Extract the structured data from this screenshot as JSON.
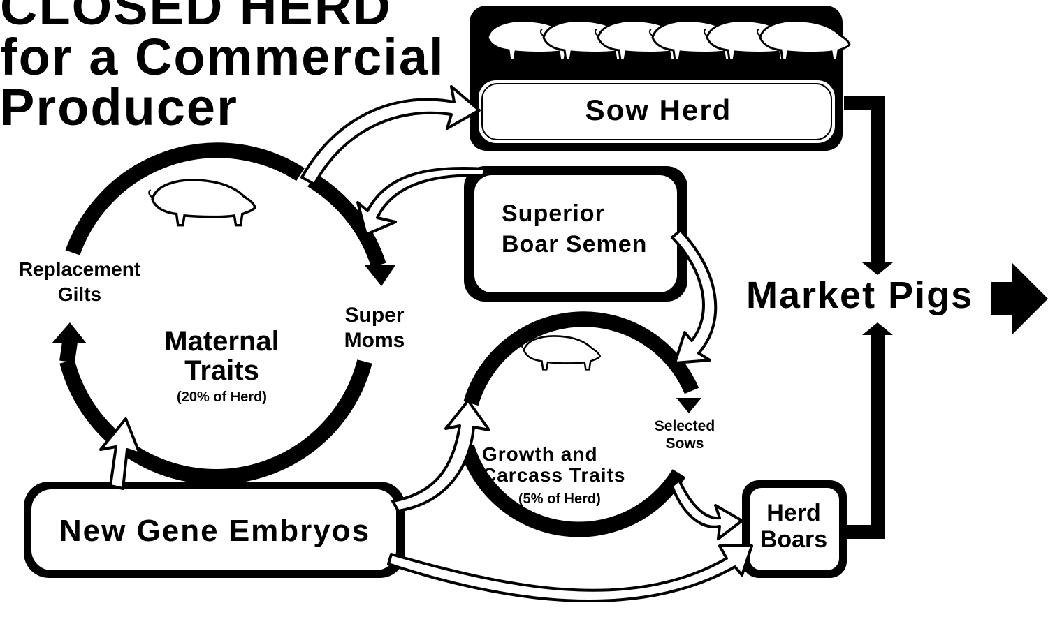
{
  "title": {
    "line1": "CLOSED HERD",
    "line2": "for a Commercial",
    "line3": "Producer"
  },
  "nodes": {
    "sow_herd": "Sow Herd",
    "superior_boar_semen": {
      "line1": "Superior",
      "line2": "Boar Semen"
    },
    "market_pigs": "Market Pigs",
    "replacement_gilts": {
      "line1": "Replacement",
      "line2": "Gilts"
    },
    "super_moms": {
      "line1": "Super",
      "line2": "Moms"
    },
    "maternal_traits": {
      "line1": "Maternal",
      "line2": "Traits",
      "share": "(20% of Herd)"
    },
    "selected_sows": {
      "line1": "Selected",
      "line2": "Sows"
    },
    "growth_traits": {
      "line1": "Growth and",
      "line2": "Carcass Traits",
      "share": "(5% of Herd)"
    },
    "new_gene_embryos": "New Gene Embryos",
    "herd_boars": {
      "line1": "Herd",
      "line2": "Boars"
    }
  },
  "icons": [
    "pig-icon",
    "sow-herd-pigs-icon",
    "market-arrow-icon"
  ],
  "colors": {
    "ink": "#000000",
    "paper": "#ffffff"
  }
}
